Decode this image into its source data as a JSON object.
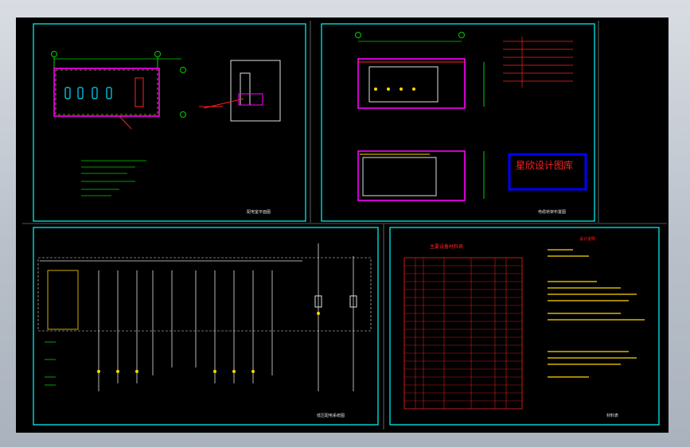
{
  "sheets": [
    {
      "caption": "配电室平面图"
    },
    {
      "caption": "电缆桥架布置图"
    },
    {
      "caption": "低压配电系统图"
    },
    {
      "caption": "材料表"
    }
  ],
  "watermark": {
    "title": "星欣设计图库"
  },
  "materials_table": {
    "title": "主要设备材料表"
  },
  "notes": {
    "title": "设计说明"
  },
  "colors": {
    "frame": "#00ffff",
    "wall": "#ff00ff",
    "line": "#ff2020",
    "text": "#00d000",
    "watermark_border": "#0000ff",
    "watermark_text": "#ff2020"
  }
}
